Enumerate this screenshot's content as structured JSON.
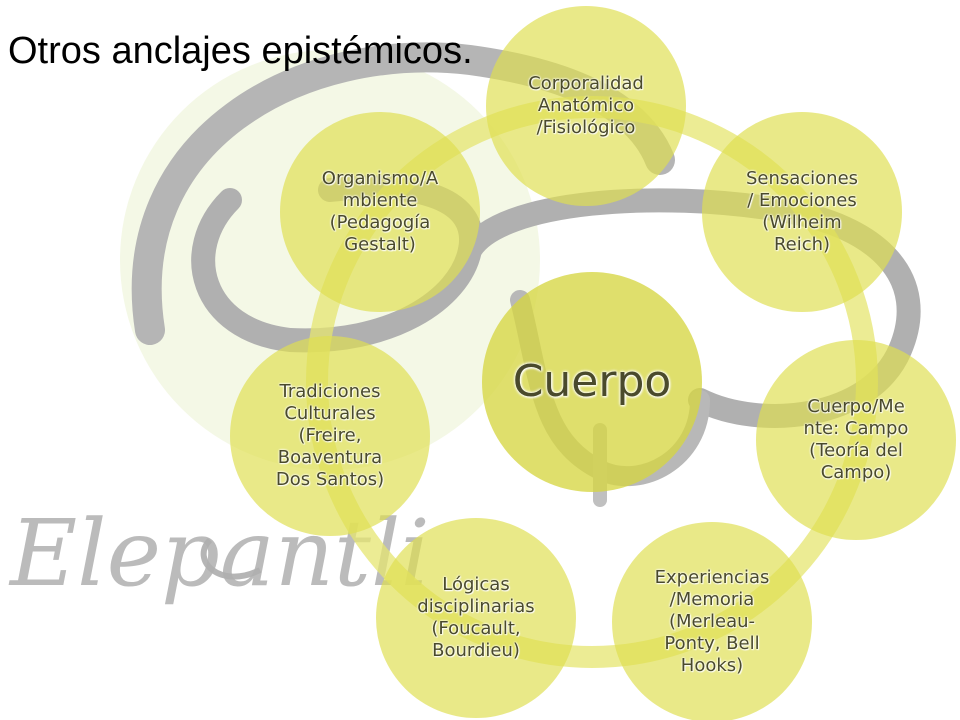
{
  "slide": {
    "title": "Otros anclajes epistémicos."
  },
  "watermark": {
    "logo_text": "Elepantli"
  },
  "diagram": {
    "center": {
      "label": "Cuerpo"
    },
    "nodes": [
      {
        "label": "Corporalidad\nAnatómico\n/Fisiológico"
      },
      {
        "label": "Sensaciones\n/ Emociones\n(Wilheim\nReich)"
      },
      {
        "label": "Cuerpo/Me\nnte: Campo\n(Teoría del\nCampo)"
      },
      {
        "label": "Experiencias\n/Memoria\n(Merleau-\nPonty, Bell\nHooks)"
      },
      {
        "label": "Lógicas\ndisciplinarias\n(Foucault,\nBourdieu)"
      },
      {
        "label": "Tradiciones\nCulturales\n(Freire,\nBoaventura\nDos Santos)"
      },
      {
        "label": "Organismo/A\nmbiente\n(Pedagogía\nGestalt)"
      }
    ]
  },
  "colors": {
    "node_fill": "#dede50",
    "center_fill": "#d6d642",
    "ring": "#e6e670",
    "label_text": "#4a4a2c",
    "watermark_gray": "#a9a9a9"
  }
}
